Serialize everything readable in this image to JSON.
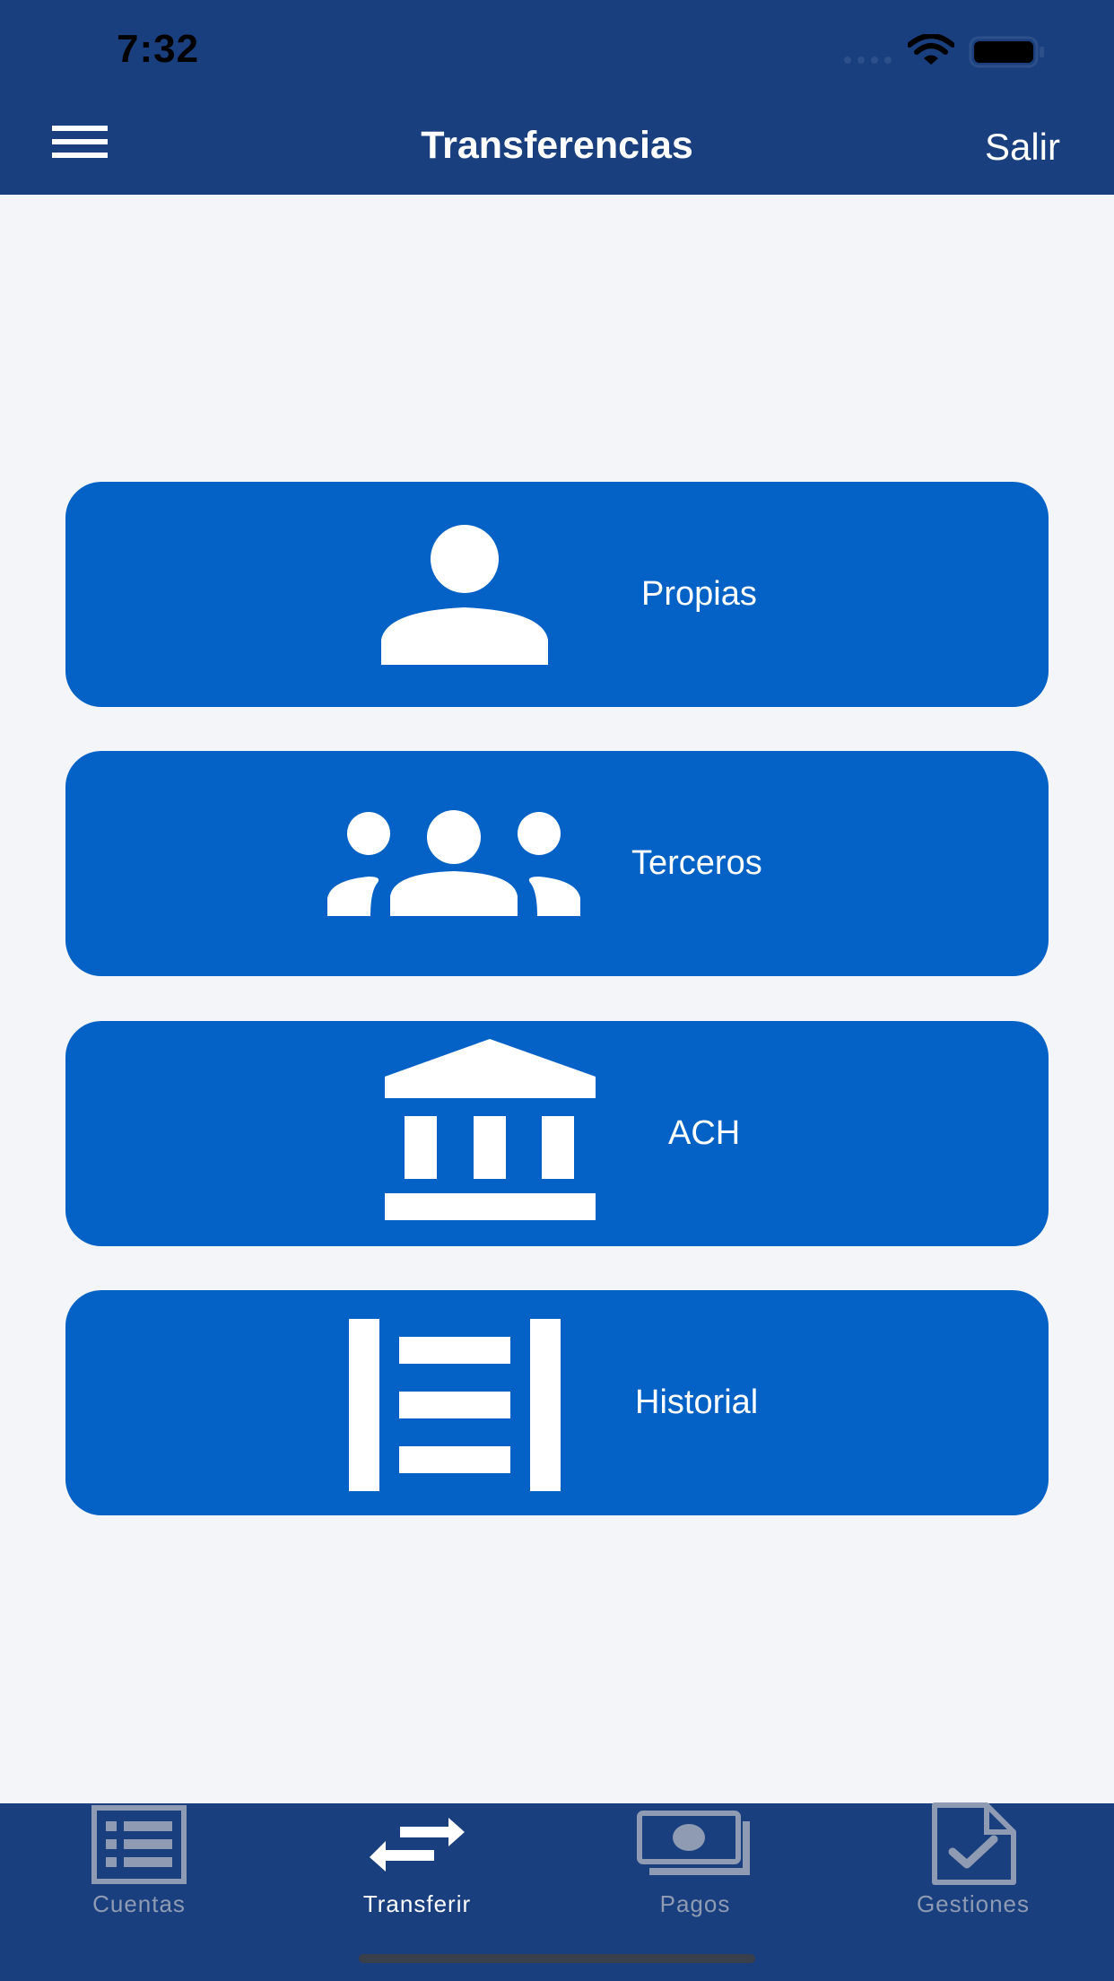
{
  "status_bar": {
    "time": "7:32"
  },
  "header": {
    "title": "Transferencias",
    "logout_label": "Salir"
  },
  "options": [
    {
      "label": "Propias",
      "icon": "user-icon"
    },
    {
      "label": "Terceros",
      "icon": "group-icon"
    },
    {
      "label": "ACH",
      "icon": "bank-icon"
    },
    {
      "label": "Historial",
      "icon": "list-icon"
    }
  ],
  "tabbar": {
    "items": [
      {
        "label": "Cuentas",
        "icon": "accounts-list-icon",
        "active": false
      },
      {
        "label": "Transferir",
        "icon": "transfer-arrows-icon",
        "active": true
      },
      {
        "label": "Pagos",
        "icon": "payments-cash-icon",
        "active": false
      },
      {
        "label": "Gestiones",
        "icon": "document-check-icon",
        "active": false
      }
    ]
  },
  "colors": {
    "header_bg": "#1a3f7e",
    "button_bg": "#0461c6",
    "page_bg": "#f4f5f9",
    "tab_inactive": "#8f9bb3",
    "tab_active": "#ffffff"
  }
}
